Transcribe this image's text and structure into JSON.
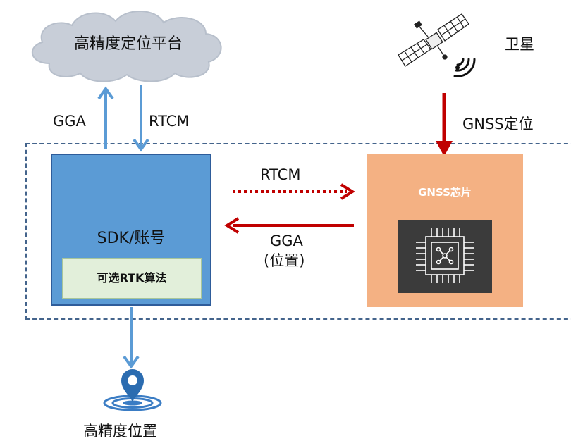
{
  "cloud": {
    "label": "高精度定位平台"
  },
  "satellite": {
    "label": "卫星"
  },
  "links": {
    "gga_up": "GGA",
    "rtcm_down": "RTCM",
    "gnss_position": "GNSS定位",
    "rtcm_right": "RTCM",
    "gga_left_line1": "GGA",
    "gga_left_line2": "(位置)"
  },
  "sdk_box": {
    "label": "SDK/账号",
    "sub_label": "可选RTK算法"
  },
  "chip_box": {
    "label": "GNSS芯片"
  },
  "output": {
    "label": "高精度位置"
  },
  "colors": {
    "cloud_fill": "#c8ced8",
    "blue_arrow": "#5b9bd5",
    "red_arrow": "#c00000",
    "sdk_fill": "#5b9bd5",
    "sdk_border": "#2e5c9a",
    "sub_box_fill": "#e2efda",
    "chip_fill": "#f4b183",
    "dashed_border": "#44648c"
  }
}
